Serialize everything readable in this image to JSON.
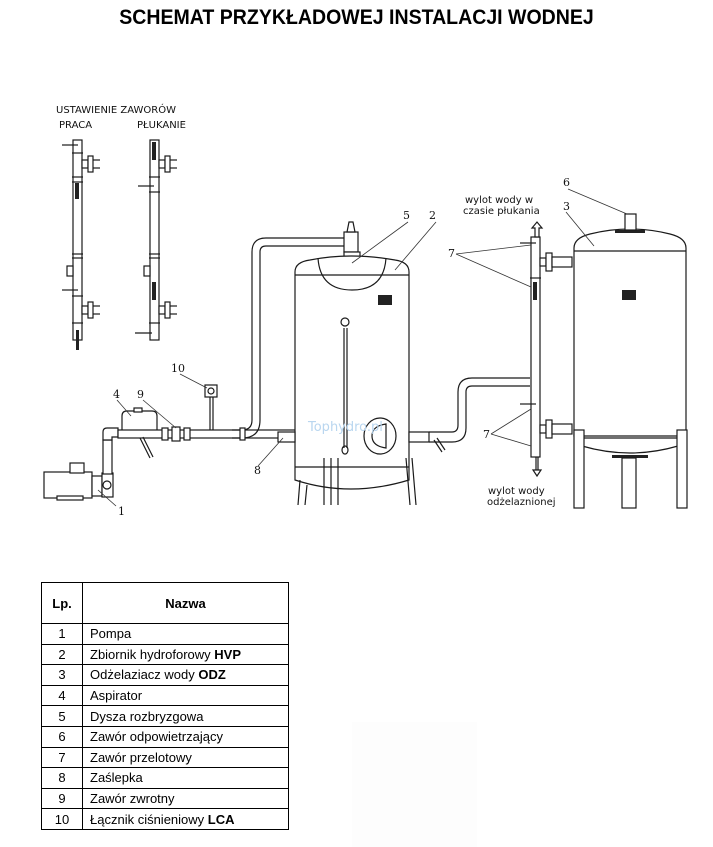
{
  "title": "SCHEMAT PRZYKŁADOWEJ INSTALACJI WODNEJ",
  "diagram": {
    "valve_settings": {
      "heading": "USTAWIENIE ZAWORÓW",
      "mode_work": "PRACA",
      "mode_flush": "PŁUKANIE"
    },
    "outlet_flush_line1": "wylot wody w",
    "outlet_flush_line2": "czasie płukania",
    "outlet_clean_line1": "wylot wody",
    "outlet_clean_line2": "odżelaznionej",
    "watermark": "Tophydro.pl",
    "callouts": {
      "c1": "1",
      "c2": "2",
      "c3": "3",
      "c4": "4",
      "c5": "5",
      "c6": "6",
      "c7a": "7",
      "c7b": "7",
      "c8": "8",
      "c9": "9",
      "c10": "10"
    }
  },
  "legend": {
    "header_lp": "Lp.",
    "header_name": "Nazwa",
    "rows": [
      {
        "lp": "1",
        "name": "Pompa",
        "bold": ""
      },
      {
        "lp": "2",
        "name": "Zbiornik hydroforowy ",
        "bold": "HVP"
      },
      {
        "lp": "3",
        "name": "Odżelaziacz wody ",
        "bold": "ODZ"
      },
      {
        "lp": "4",
        "name": "Aspirator",
        "bold": ""
      },
      {
        "lp": "5",
        "name": "Dysza rozbryzgowa",
        "bold": ""
      },
      {
        "lp": "6",
        "name": "Zawór odpowietrzający",
        "bold": ""
      },
      {
        "lp": "7",
        "name": "Zawór przelotowy",
        "bold": ""
      },
      {
        "lp": "8",
        "name": "Zaślepka",
        "bold": ""
      },
      {
        "lp": "9",
        "name": "Zawór zwrotny",
        "bold": ""
      },
      {
        "lp": "10",
        "name": "Łącznik ciśnieniowy ",
        "bold": "LCA"
      }
    ]
  }
}
